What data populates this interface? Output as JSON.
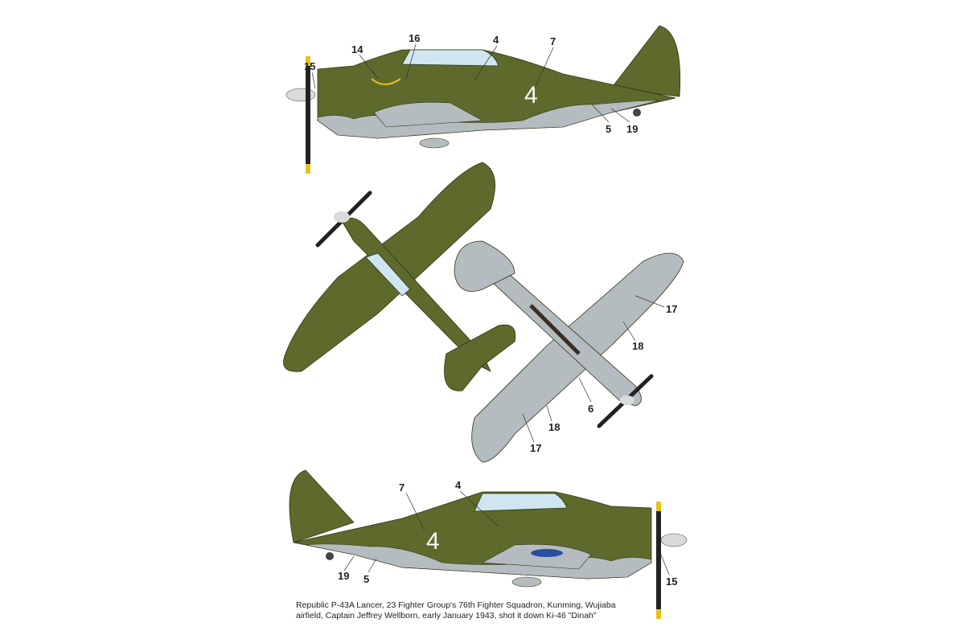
{
  "colors": {
    "olive": "#5d6a2b",
    "grey": "#b5bcc0",
    "canopy": "#cfe6f2",
    "line": "#2e3515",
    "spinner": "#d8dadb",
    "prop": "#222222",
    "prop_tip": "#e8c21c"
  },
  "aircraft_code": "4",
  "callouts_top": [
    "15",
    "14",
    "16",
    "4",
    "7",
    "5",
    "19"
  ],
  "callouts_plan": [
    "17",
    "18",
    "6",
    "18",
    "17"
  ],
  "callouts_bottom": [
    "7",
    "4",
    "19",
    "5",
    "15"
  ],
  "caption": {
    "line1": "Republic P-43A Lancer, 23 Fighter Group's 76th Fighter Squadron, Kunming, Wujiaba",
    "line2": "airfield, Captain Jeffrey Wellborn, early January 1943, shot it down  Ki-46 \"Dinah\""
  }
}
